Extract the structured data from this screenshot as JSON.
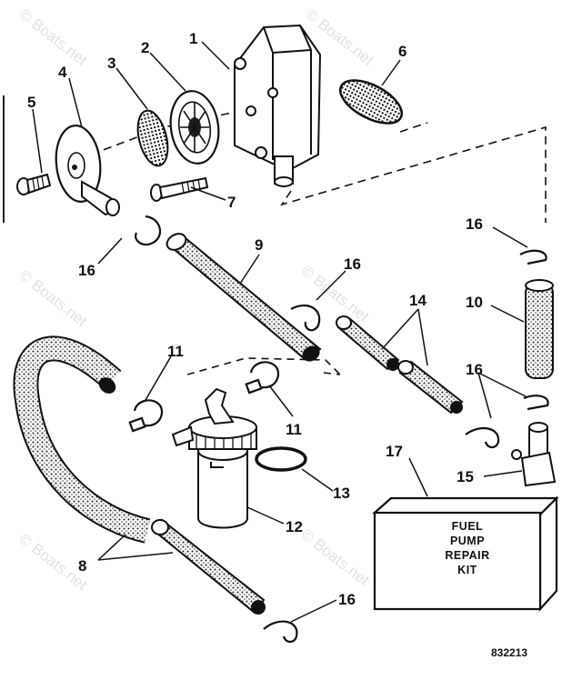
{
  "callouts": {
    "c1": "1",
    "c2": "2",
    "c3": "3",
    "c4": "4",
    "c5": "5",
    "c6": "6",
    "c7": "7",
    "c8": "8",
    "c9": "9",
    "c10": "10",
    "c11a": "11",
    "c11b": "11",
    "c12": "12",
    "c13": "13",
    "c14": "14",
    "c15": "15",
    "c16a": "16",
    "c16b": "16",
    "c16c": "16",
    "c16d": "16",
    "c16e": "16",
    "c17": "17"
  },
  "kit_box": {
    "line1": "FUEL",
    "line2": "PUMP",
    "line3": "REPAIR",
    "line4": "KIT"
  },
  "figure_number": "832213",
  "watermark": "© Boats.net"
}
